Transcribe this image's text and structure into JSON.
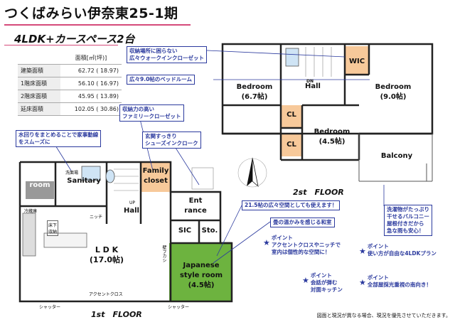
{
  "title": "つくばみらい伊奈東25-1期",
  "subtitle": "4LDK+カースペース2台",
  "area_table": {
    "header": "面積[㎡(坪)]",
    "rows": [
      {
        "label": "建築面積",
        "value": "62.72 ( 18.97)"
      },
      {
        "label": "1階床面積",
        "value": "56.10 ( 16.97)"
      },
      {
        "label": "2階床面積",
        "value": "45.95 ( 13.89)"
      },
      {
        "label": "延床面積",
        "value": "102.05 ( 30.86)"
      }
    ]
  },
  "rooms_2f": {
    "bedroom1": {
      "name": "Bedroom",
      "size": "(6.7帖)"
    },
    "bedroom2": {
      "name": "Bedroom",
      "size": "(9.0帖)"
    },
    "bedroom3": {
      "name": "Bedroom",
      "size": "(4.5帖)"
    },
    "wic": "WIC",
    "hall": "Hall",
    "cl1": "CL",
    "cl2": "CL",
    "balcony": "Balcony",
    "dn": "DN"
  },
  "rooms_1f": {
    "bath": "Bath\nroom",
    "sanitary": "Sanitary",
    "washroom": "洗面場",
    "family_closet": "Family\ncloset",
    "entrance": "Ent\nrance",
    "hall": "Hall",
    "up": "UP",
    "sic": "SIC",
    "sto": "Sto.",
    "ldk": "L D K",
    "ldk_size": "(17.0帖)",
    "japanese": "Japanese\nstyle room",
    "japanese_size": "(4.5帖)",
    "fridge": "冷蔵庫",
    "storage": "床下\n収納",
    "niche": "ニッチ",
    "wall": "壁フカシ",
    "accent": "アクセントクロス",
    "shutter1": "シャッター",
    "shutter2": "シャッター"
  },
  "floors": {
    "first": "1st　FLOOR",
    "second": "2st　FLOOR"
  },
  "callouts": {
    "walkin": "収納場所に困らない\n広々ウォークインクローゼット",
    "bedroom9": "広々9.0帖のベッドルーム",
    "family": "収納力の高い\nファミリークローゼット",
    "shoes": "玄関すっきり\nシューズインクローク",
    "water": "水回りをまとめることで家事動線\nをスムーズに",
    "ldk": "21.5帖の広々空間としても使えます！",
    "tatami": "畳の温かみを感じる和室",
    "balcony": "洗濯物がたっぷり\n干せるバルコニー\n屋根付きだから\n急な雨も安心！"
  },
  "points": [
    "ポイント\nアクセントクロスやニッチで\n室内は個性的な空間に！",
    "ポイント\n使い方が自由な4LDKプラン",
    "ポイント\n会話が弾む\n対面キッチン",
    "ポイント\n全部屋採光重視の南向き！"
  ],
  "footnote": "図面と現況が異なる場合、現況を優先させていただきます。",
  "colors": {
    "accent_line": "#d54a7a",
    "callout": "#2b3a9e",
    "wic": "#f7c99a",
    "japanese": "#6db33f"
  }
}
